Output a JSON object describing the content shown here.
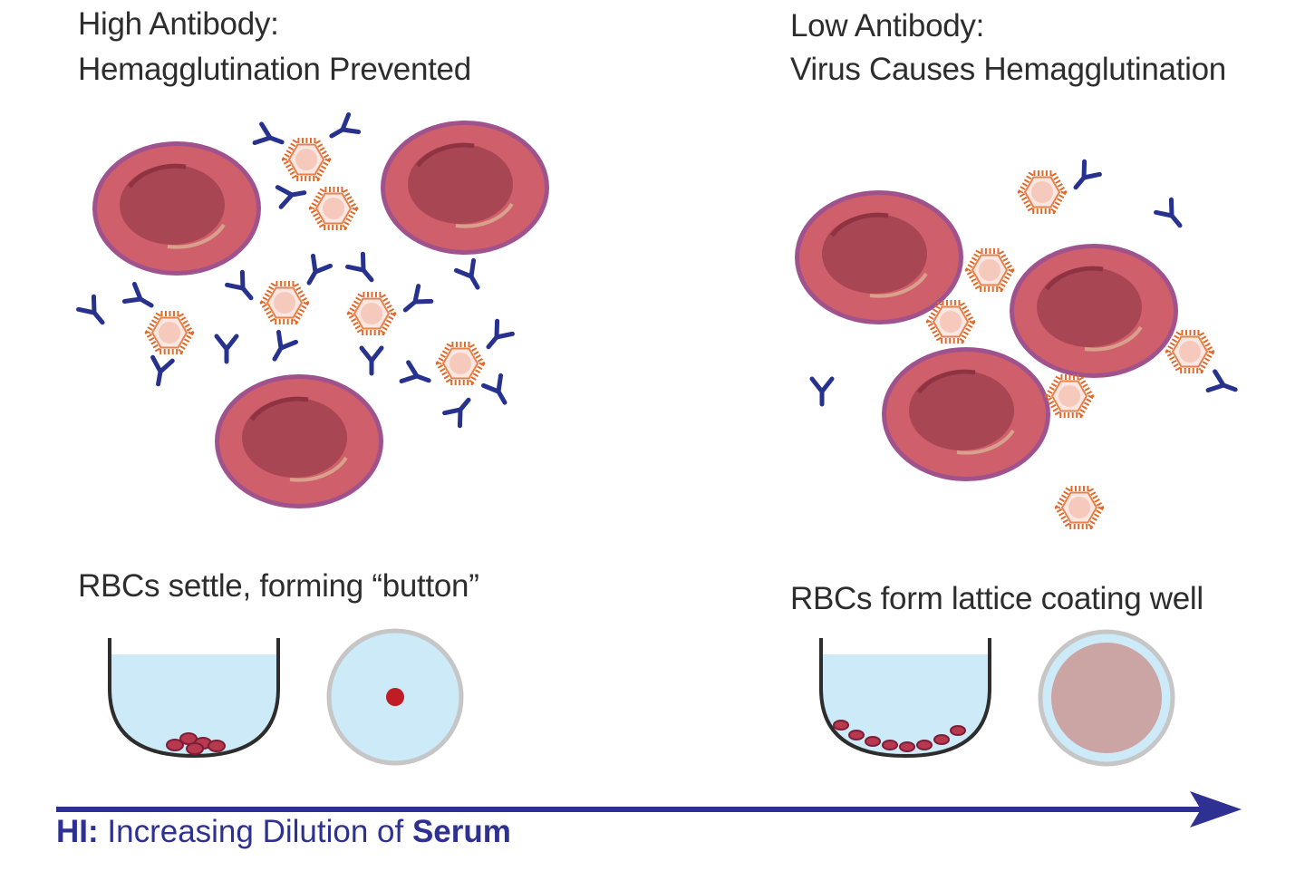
{
  "left_panel": {
    "title_line1": "High Antibody:",
    "title_line2": "Hemagglutination Prevented",
    "caption": "RBCs settle, forming “button”"
  },
  "right_panel": {
    "title_line1": "Low Antibody:",
    "title_line2": "Virus Causes Hemagglutination",
    "caption": "RBCs form lattice coating well"
  },
  "axis": {
    "prefix": "HI:",
    "text": " Increasing Dilution of ",
    "suffix": "Serum"
  },
  "colors": {
    "rbc_outer": "#a0528c",
    "rbc_body": "#cf5f6b",
    "rbc_center": "#a84753",
    "virus_outline": "#e06a2b",
    "virus_core": "#f6c9bd",
    "antibody": "#27318e",
    "well_fluid": "#cdeaf8",
    "lattice": "#cba4a4",
    "button_dot": "#c01c25",
    "arrow": "#2e3192"
  }
}
